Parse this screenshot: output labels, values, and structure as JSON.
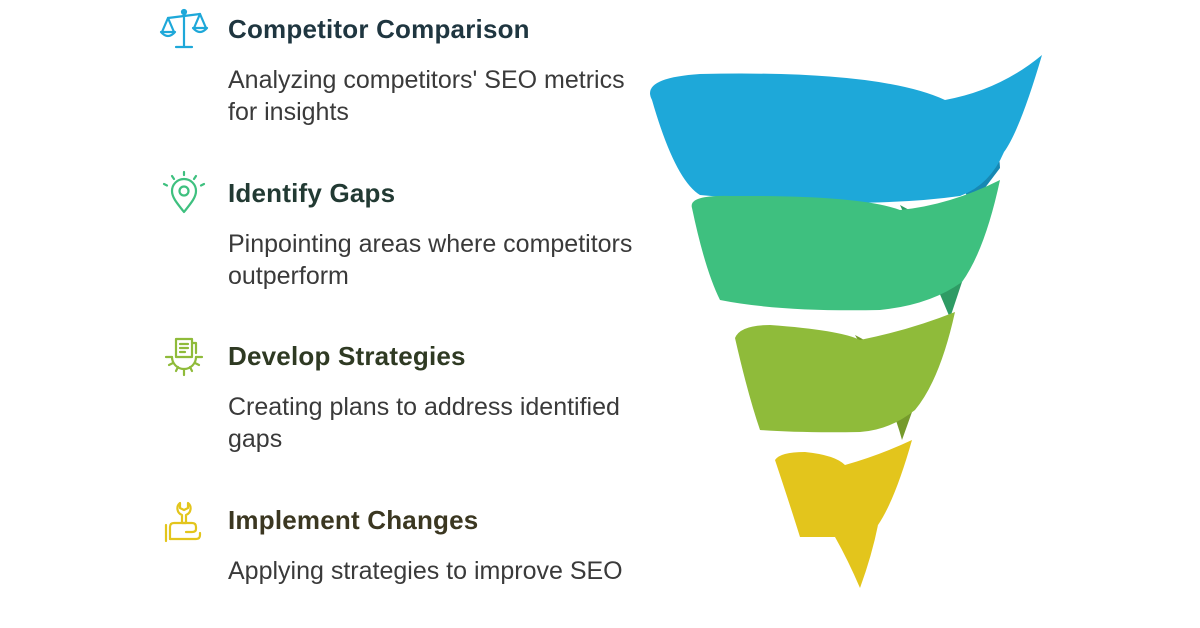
{
  "steps": [
    {
      "title": "Competitor Comparison",
      "description": "Analyzing competitors' SEO metrics for insights",
      "icon": "scales-icon",
      "color": "#1ea8d9"
    },
    {
      "title": "Identify Gaps",
      "description": "Pinpointing areas where competitors outperform",
      "icon": "location-pin-icon",
      "color": "#3ec07f"
    },
    {
      "title": "Develop Strategies",
      "description": "Creating plans to address identified gaps",
      "icon": "strategy-gear-icon",
      "color": "#8fbb3a"
    },
    {
      "title": "Implement Changes",
      "description": "Applying strategies to improve SEO",
      "icon": "wrench-hand-icon",
      "color": "#e3c51c"
    }
  ]
}
